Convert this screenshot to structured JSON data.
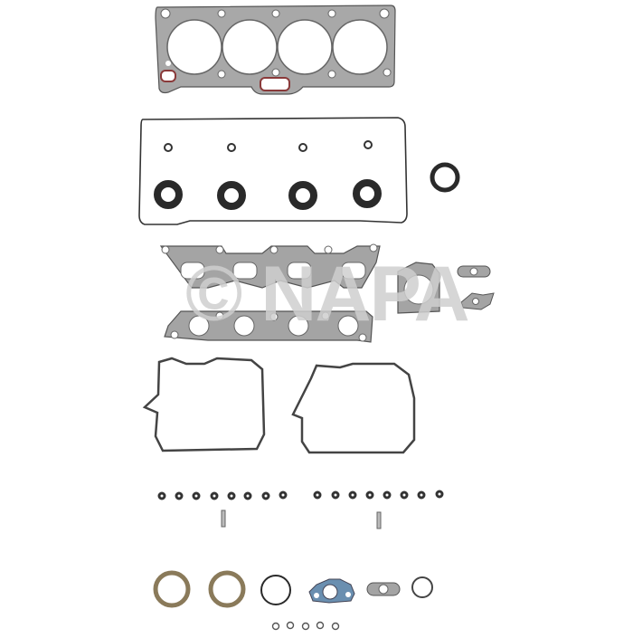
{
  "image": {
    "subject": "Engine cylinder head gasket set",
    "background": "#ffffff"
  },
  "watermark": {
    "text": "© NAPA",
    "color": "#cfcfcf"
  },
  "colors": {
    "gasket_gray": "#9a9a9a",
    "outline_dark": "#333333",
    "seal_dark": "#2a2a2a",
    "red_bead": "#8a3a3a",
    "blue_gasket": "#6a8fb0",
    "brown_ring": "#8a7a5a"
  },
  "parts": [
    {
      "name": "cylinder-head-gasket",
      "bores": 4
    },
    {
      "name": "valve-cover-gasket"
    },
    {
      "name": "spark-plug-tube-seals-small",
      "count": 4
    },
    {
      "name": "spark-plug-tube-seals-large",
      "count": 4
    },
    {
      "name": "camshaft-seal",
      "count": 1
    },
    {
      "name": "intake-manifold-gasket",
      "ports": 4
    },
    {
      "name": "exhaust-manifold-gasket",
      "ports": 4
    },
    {
      "name": "throttle-body-gasket",
      "count": 1
    },
    {
      "name": "egr-gaskets",
      "count": 2
    },
    {
      "name": "timing-cover-gaskets",
      "count": 2
    },
    {
      "name": "valve-stem-seals",
      "count": 16
    },
    {
      "name": "dowel-pins",
      "count": 2
    },
    {
      "name": "bottom-seal-rings",
      "count": 3
    },
    {
      "name": "blue-flange-gasket",
      "count": 1
    },
    {
      "name": "small-flange-gasket",
      "count": 1
    },
    {
      "name": "small-o-ring",
      "count": 1
    },
    {
      "name": "tiny-o-rings",
      "count": 5
    }
  ]
}
